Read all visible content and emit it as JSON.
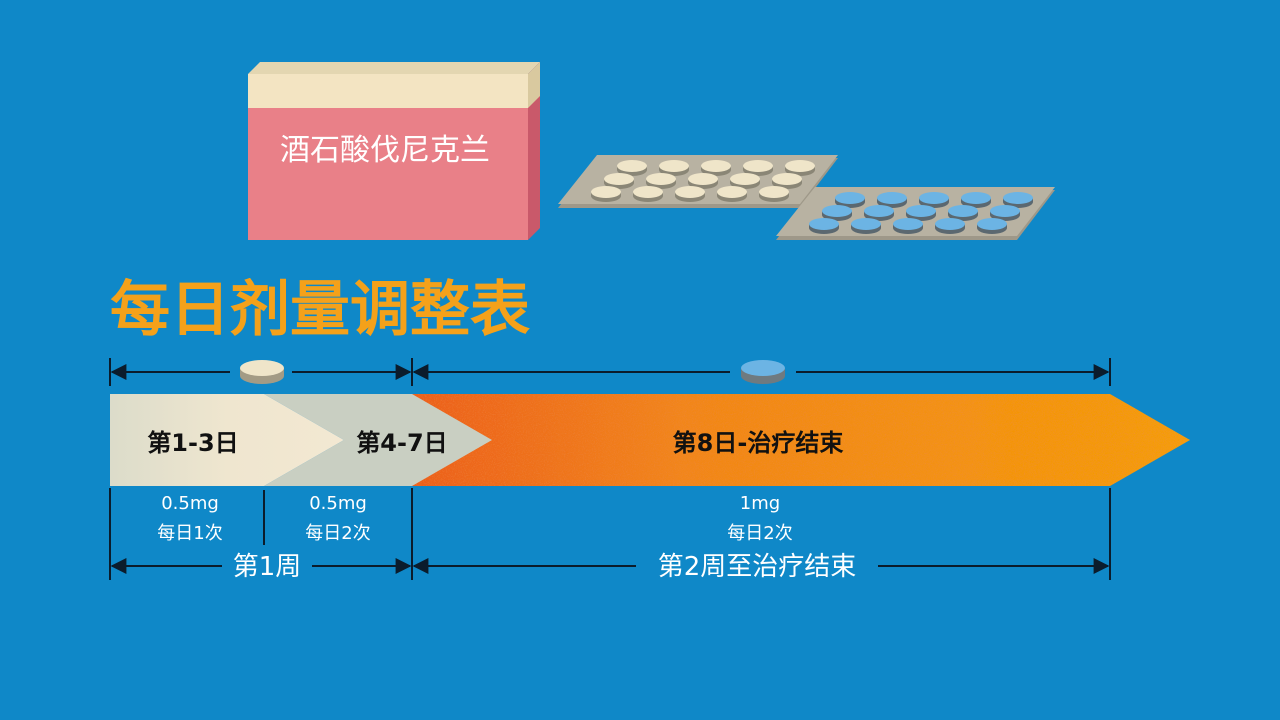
{
  "colors": {
    "background": "#0f88c8",
    "title": "#f4a11a",
    "box_front": "#e98088",
    "box_top": "#f3e4c2",
    "phase1": "#f1e7d0",
    "phase2": "#c9cfc2",
    "phase3": "#f59d0c",
    "pill_cream": "#efe5c9",
    "pill_blue": "#6cb4e4",
    "blister": "#b8b2a2"
  },
  "product": {
    "name": "酒石酸伐尼克兰"
  },
  "title": "每日剂量调整表",
  "timeline": {
    "phases": [
      {
        "label": "第1-3日",
        "dose": "0.5mg",
        "frequency": "每日1次"
      },
      {
        "label": "第4-7日",
        "dose": "0.5mg",
        "frequency": "每日2次"
      },
      {
        "label": "第8日-治疗结束",
        "dose": "1mg",
        "frequency": "每日2次"
      }
    ],
    "weeks": [
      {
        "label": "第1周"
      },
      {
        "label": "第2周至治疗结束"
      }
    ]
  },
  "icons": [
    "medicine-box-icon",
    "blister-pack-icon",
    "tablet-icon"
  ]
}
